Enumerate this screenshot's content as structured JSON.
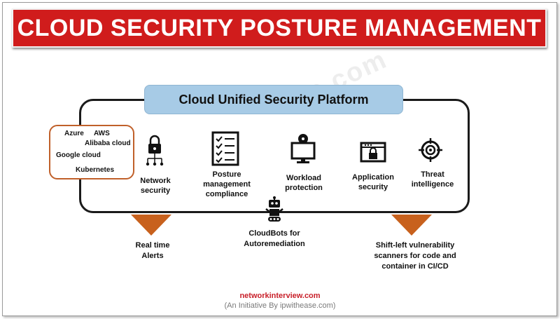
{
  "title": "CLOUD SECURITY POSTURE MANAGEMENT",
  "platform_title": "Cloud Unified Security Platform",
  "watermark": "ipwithease.com",
  "clouds": {
    "azure": "Azure",
    "aws": "AWS",
    "alibaba": "Alibaba cloud",
    "google": "Google cloud",
    "kubernetes": "Kubernetes"
  },
  "features": {
    "network_l1": "Network",
    "network_l2": "security",
    "posture_l1": "Posture",
    "posture_l2": "management",
    "posture_l3": "compliance",
    "workload_l1": "Workload",
    "workload_l2": "protection",
    "application_l1": "Application",
    "application_l2": "security",
    "threat_l1": "Threat",
    "threat_l2": "intelligence"
  },
  "outputs": {
    "alerts_l1": "Real time",
    "alerts_l2": "Alerts",
    "cloudbots_l1": "CloudBots  for",
    "cloudbots_l2": "Autoremediation",
    "shiftleft_l1": "Shift-left vulnerability",
    "shiftleft_l2": "scanners for code and",
    "shiftleft_l3": "container in CI/CD"
  },
  "footer": {
    "site": "networkinterview.com",
    "sub": "(An Initiative By ipwithease.com)"
  },
  "colors": {
    "banner": "#d01c1c",
    "platform_title_bg": "#a7cbe6",
    "cloud_border": "#c0602a",
    "arrow": "#c8611d",
    "footer_site": "#c8202a"
  }
}
